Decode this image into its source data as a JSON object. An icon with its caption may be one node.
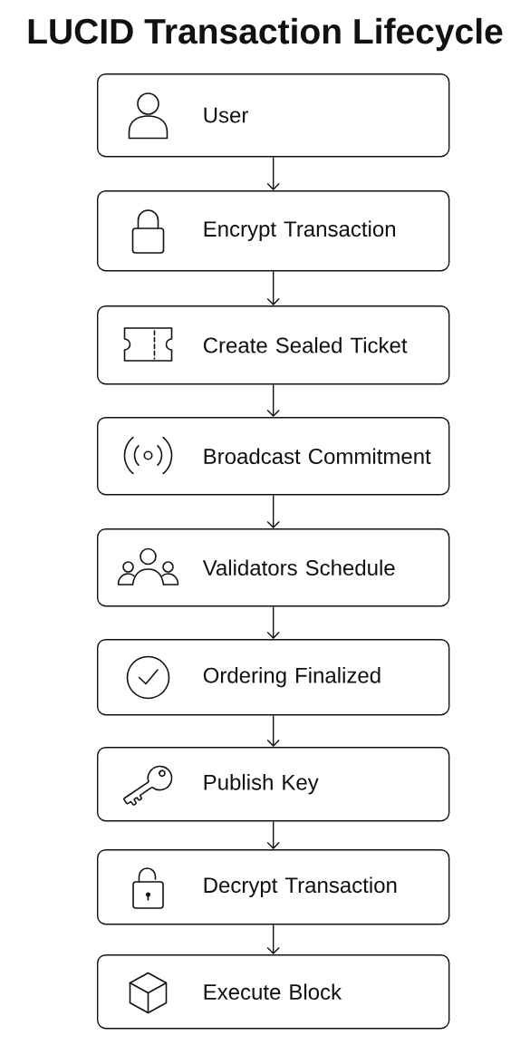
{
  "diagram": {
    "title": "LUCID Transaction Lifecycle",
    "nodes": [
      {
        "text": [
          "User"
        ]
      },
      {
        "text": [
          "Encrypt Transaction"
        ]
      },
      {
        "text": [
          "Create Sealed Ticket"
        ]
      },
      {
        "text": [
          "Broadcast Commitment"
        ]
      },
      {
        "text": [
          "Validators Schedule"
        ]
      },
      {
        "text": [
          "Ordering Finalized"
        ]
      },
      {
        "text": [
          "Publish Key"
        ]
      },
      {
        "text": [
          "Decrypt Transaction"
        ]
      },
      {
        "text": [
          "Execute Block"
        ]
      }
    ],
    "edges": [
      {
        "from": 0,
        "to": 1,
        "arrow": "to"
      },
      {
        "from": 1,
        "to": 2,
        "arrow": "to"
      },
      {
        "from": 2,
        "to": 3,
        "arrow": "to"
      },
      {
        "from": 3,
        "to": 4,
        "arrow": "to"
      },
      {
        "from": 4,
        "to": 5,
        "arrow": "to"
      },
      {
        "from": 5,
        "to": 6,
        "arrow": "to"
      },
      {
        "from": 6,
        "to": 7,
        "arrow": "to"
      },
      {
        "from": 7,
        "to": 8,
        "arrow": "to"
      }
    ]
  }
}
